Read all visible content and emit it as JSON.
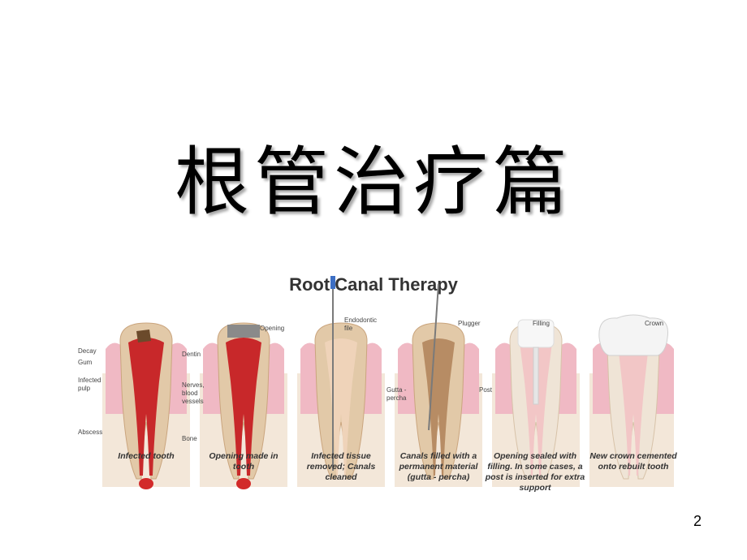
{
  "slide": {
    "title": "根管治疗篇",
    "page_number": "2"
  },
  "figure": {
    "title": "Root Canal Therapy",
    "stages": [
      {
        "caption": "Infected tooth"
      },
      {
        "caption": "Opening made in tooth"
      },
      {
        "caption": "Infected tissue removed; Canals cleaned"
      },
      {
        "caption": "Canals filled with a permanent material (gutta - percha)"
      },
      {
        "caption": "Opening sealed with filling. In some cases, a post is inserted for extra support"
      },
      {
        "caption": "New crown cemented onto rebuilt tooth"
      }
    ],
    "labels": {
      "decay": "Decay",
      "gum": "Gum",
      "infected_pulp": "Infected pulp",
      "abscess": "Abscess",
      "dentin": "Dentin",
      "nerves": "Nerves, blood vessels",
      "bone": "Bone",
      "opening": "Opening",
      "file": "Endodontic file",
      "plugger": "Plugger",
      "gutta": "Gutta - percha",
      "filling": "Filling",
      "post": "Post",
      "crown": "Crown"
    },
    "colors": {
      "enamel": "#efe4d6",
      "dentin": "#e2c9a8",
      "pulp_infected": "#c8282a",
      "pulp_clean": "#f2c6c6",
      "gum": "#f0b9c4",
      "bone": "#f3e7d9",
      "gutta": "#b78c64",
      "crown": "#f4f4f4"
    }
  }
}
